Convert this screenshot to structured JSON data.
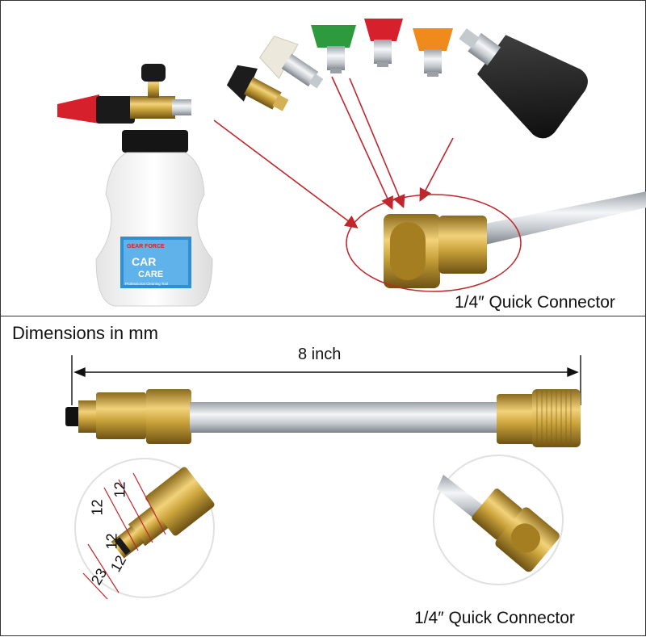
{
  "top_panel": {
    "connector_caption": "1/4″  Quick Connector",
    "bottle_label": {
      "brand": "GEAR FORCE",
      "line1": "CAR",
      "line2": "CARE",
      "tagline": "Professional Cleaning Tool"
    }
  },
  "bottom_panel": {
    "title": "Dimensions in mm",
    "length_label": "8 inch",
    "dims": {
      "a": "12",
      "b": "12",
      "c": "12",
      "d": "12",
      "e": "23"
    },
    "connector_caption": "1/4″  Quick Connector"
  },
  "colors": {
    "brass": "#c9a23a",
    "arrow_red": "#c0262c",
    "nozzle_black": "#1c1c1c",
    "nozzle_white": "#ece8dc",
    "nozzle_green": "#2e9a3e",
    "nozzle_red": "#d6202c",
    "nozzle_orange": "#f08a1c"
  }
}
